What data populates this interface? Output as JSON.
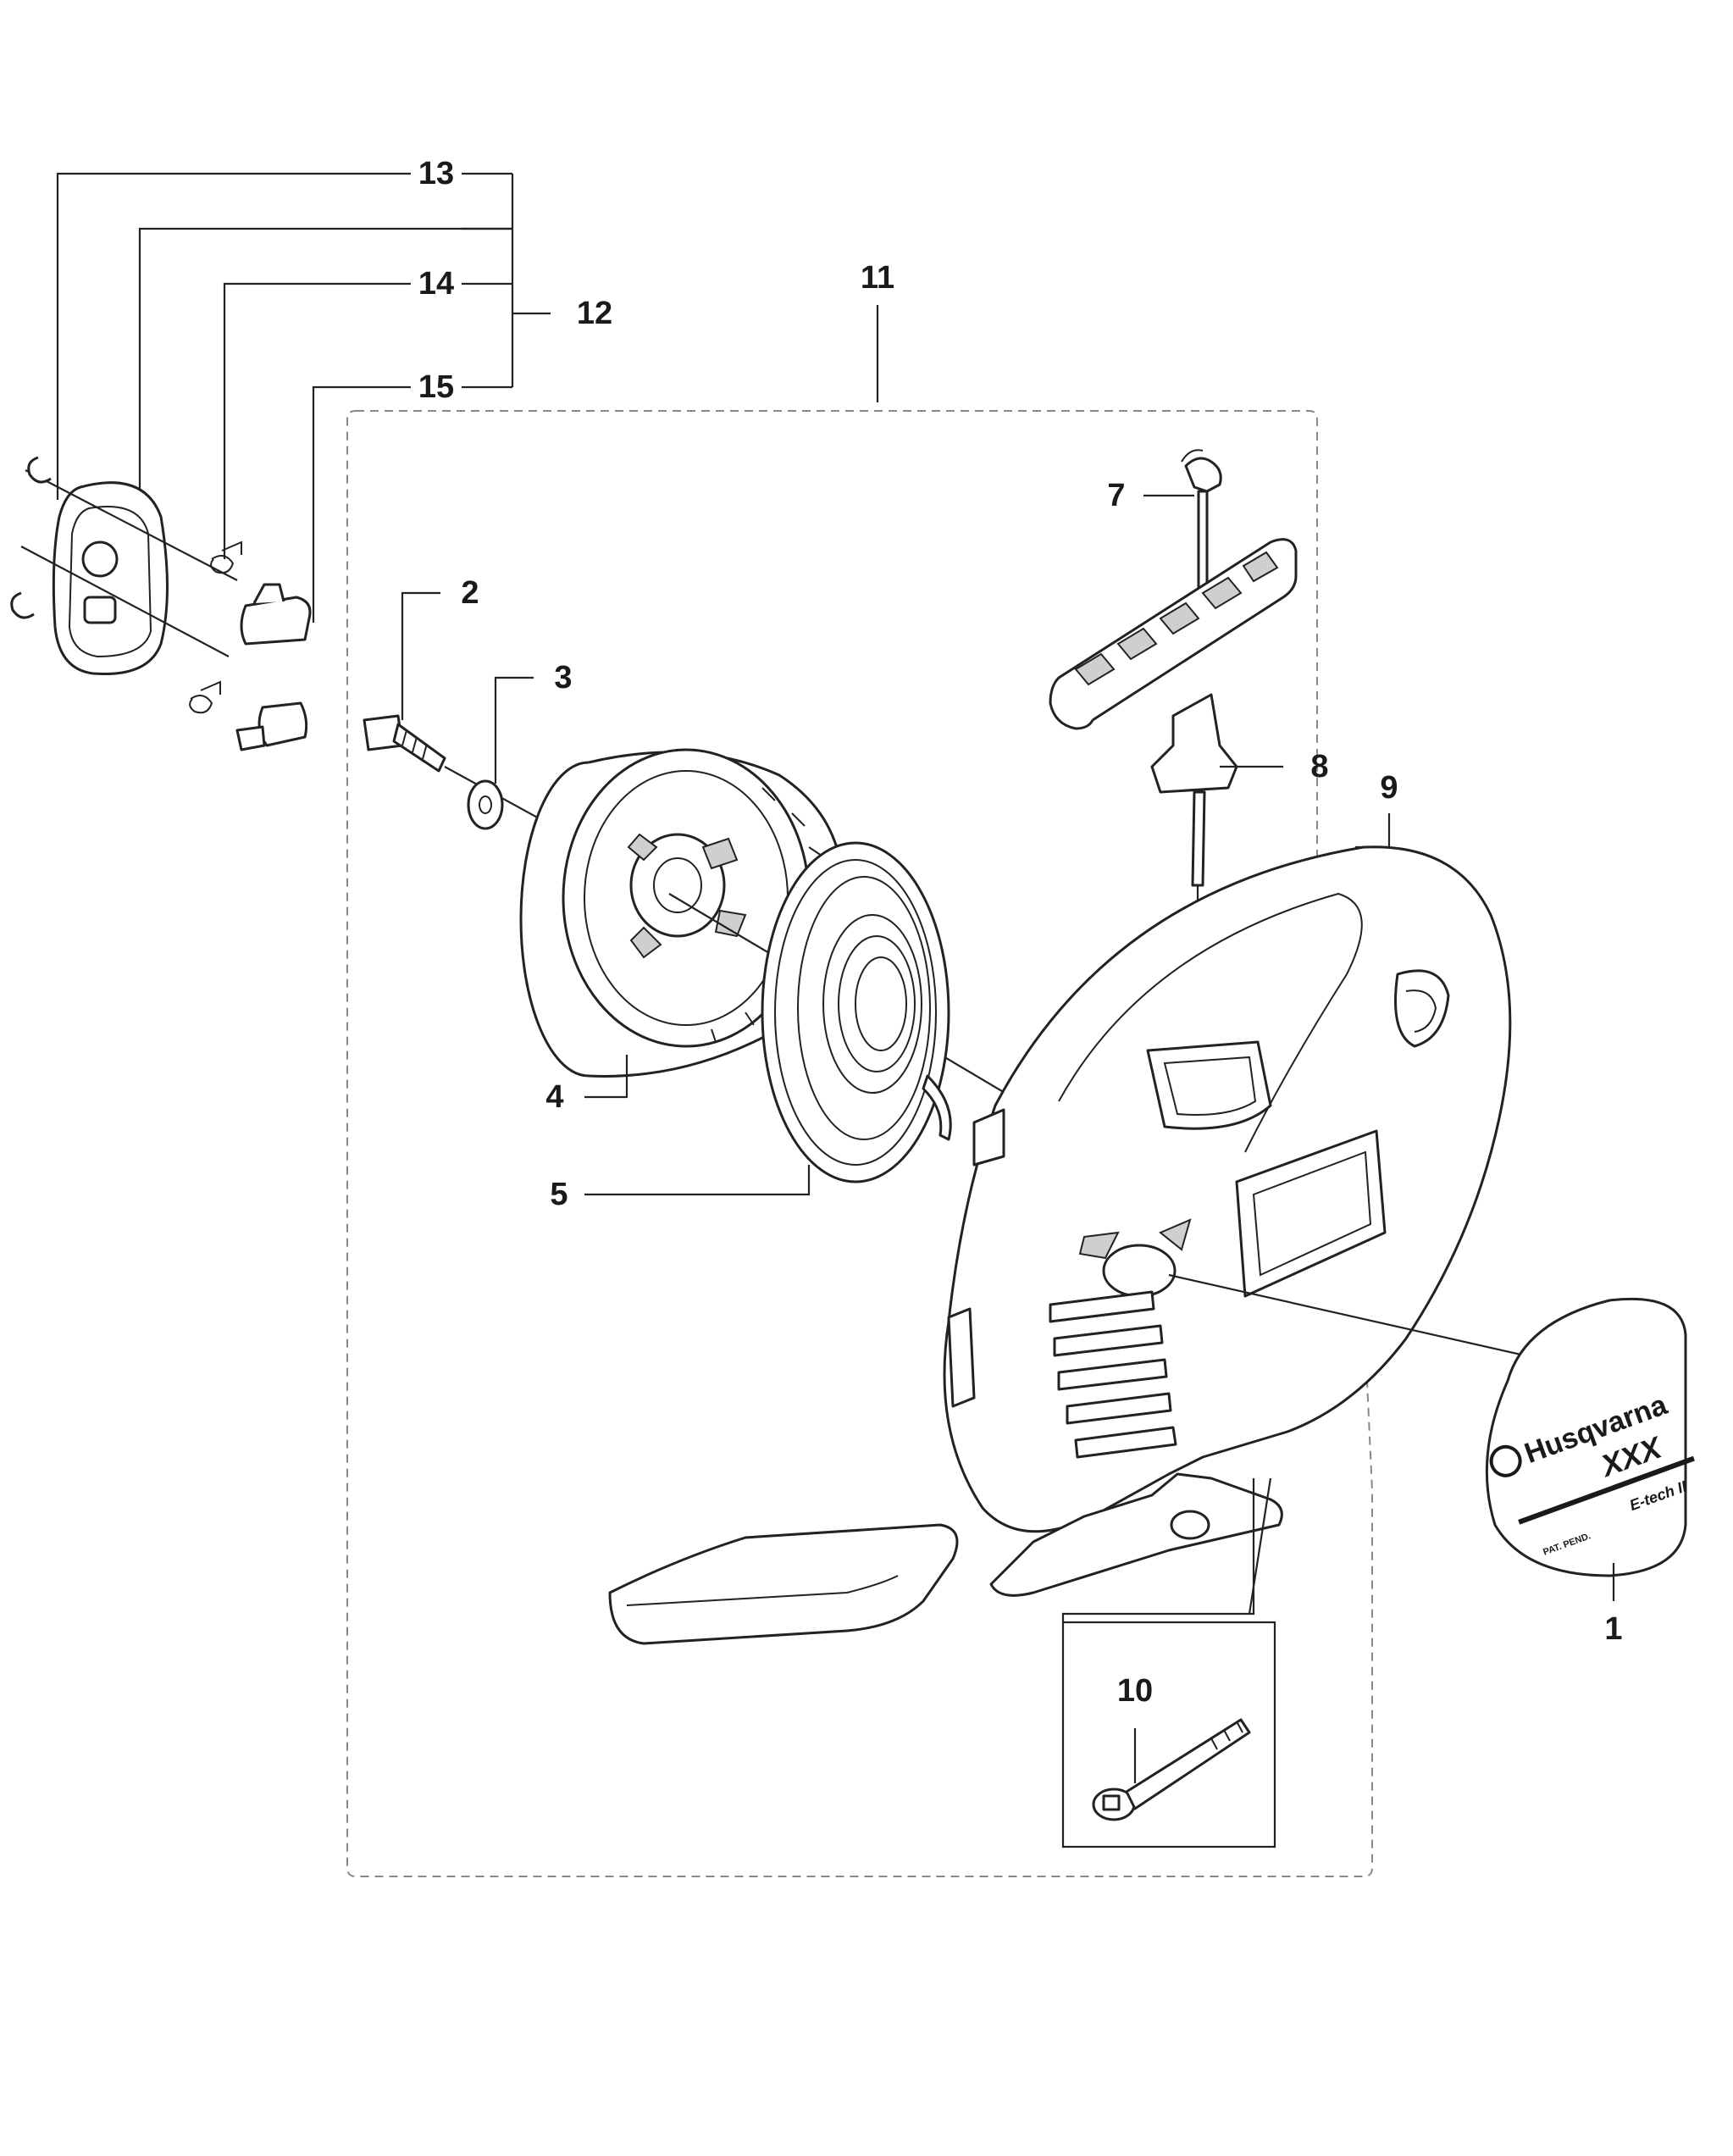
{
  "callouts": {
    "c1": "1",
    "c2": "2",
    "c3": "3",
    "c4": "4",
    "c5": "5",
    "c7": "7",
    "c8": "8",
    "c9": "9",
    "c10": "10",
    "c11": "11",
    "c12": "12",
    "c13": "13",
    "c14": "14",
    "c15": "15"
  },
  "decal": {
    "brand": "Husqvarna",
    "model": "XXX",
    "series": "E-tech II",
    "patent": "PAT. PEND."
  },
  "colors": {
    "ink": "#1a1a1a",
    "shade": "#cfcfcf",
    "dashed_frame": "#888888"
  }
}
